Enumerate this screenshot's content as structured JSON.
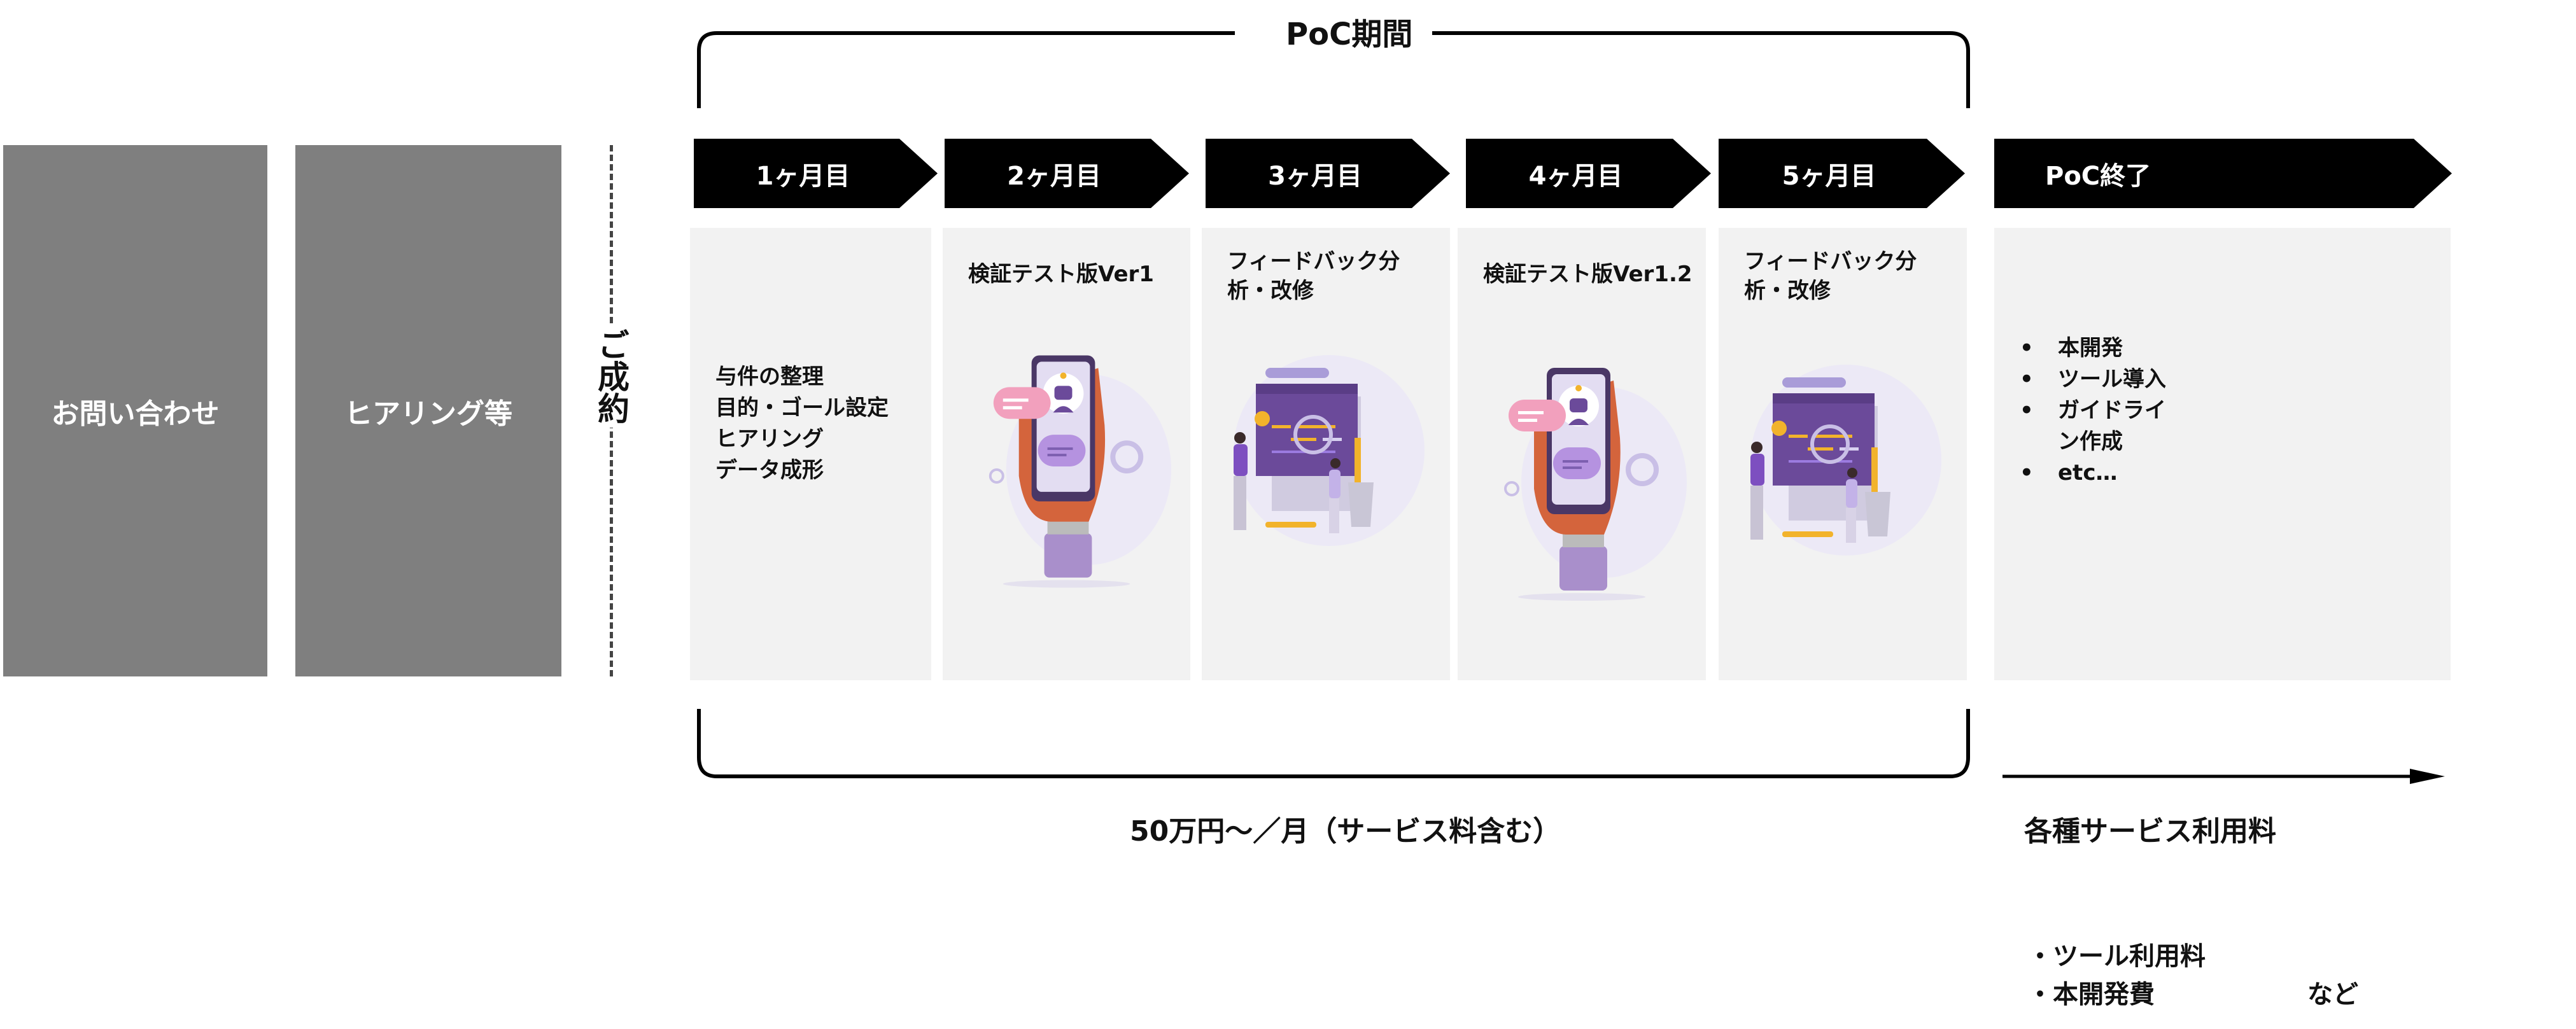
{
  "pre_steps": [
    {
      "label": "お問い合わせ"
    },
    {
      "label": "ヒアリング等"
    }
  ],
  "contract_label": "ご成約",
  "poc_period_label": "PoC期間",
  "phases": [
    {
      "label": "1ヶ月目",
      "title": "",
      "lines": [
        "与件の整理",
        "目的・ゴール設定",
        "ヒアリング",
        "データ成形"
      ],
      "illustration": "none"
    },
    {
      "label": "2ヶ月目",
      "title": "検証テスト版Ver1",
      "lines": [],
      "illustration": "phone-robot"
    },
    {
      "label": "3ヶ月目",
      "title": "フィードバック分析・改修",
      "lines": [],
      "illustration": "dev-team"
    },
    {
      "label": "4ヶ月目",
      "title": "検証テスト版Ver1.2",
      "lines": [],
      "illustration": "phone-robot"
    },
    {
      "label": "5ヶ月目",
      "title": "フィードバック分析・改修",
      "lines": [],
      "illustration": "dev-team"
    }
  ],
  "poc_end": {
    "label": "PoC終了",
    "items": [
      "本開発",
      "ツール導入",
      "ガイドライン作成",
      "etc…"
    ]
  },
  "poc_fee": "50万円～／月（サービス料含む）",
  "after": {
    "title": "各種サービス利用料",
    "items": [
      "・ツール利用料",
      "・本開発費"
    ],
    "suffix": "など"
  },
  "colors": {
    "gray_box": "#7f7f7f",
    "chevron": "#000000",
    "panel": "#f2f2f2",
    "accent_purple": "#6b4a9a",
    "accent_orange": "#d4643c"
  }
}
